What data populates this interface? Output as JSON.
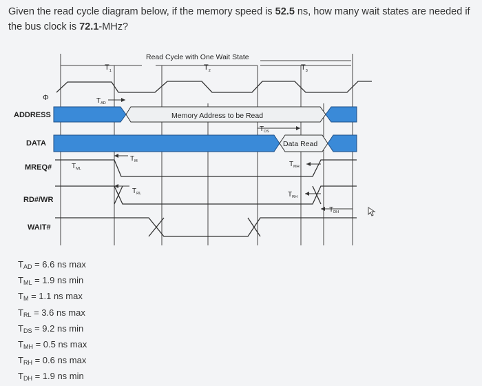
{
  "question": {
    "prefix": "Given the read cycle diagram below, if the memory speed is ",
    "memory_speed": "52.5",
    "middle": " ns, how many wait states are needed if the bus clock is ",
    "bus_clock": "72.1",
    "suffix": "-MHz?"
  },
  "diagram": {
    "title": "Read Cycle with One Wait State",
    "states": [
      {
        "sym": "T",
        "sub": "1"
      },
      {
        "sym": "T",
        "sub": "2"
      },
      {
        "sym": "T",
        "sub": "3"
      }
    ],
    "phi": "Φ",
    "signals": [
      "ADDRESS",
      "DATA",
      "MREQ#",
      "RD#/WR",
      "WAIT#"
    ],
    "address_label": "Memory Address to be Read",
    "data_label": "Data Read",
    "timing_marks": [
      {
        "sym": "T",
        "sub": "AD"
      },
      {
        "sym": "T",
        "sub": "DS"
      },
      {
        "sym": "T",
        "sub": "ML"
      },
      {
        "sym": "T",
        "sub": "M"
      },
      {
        "sym": "T",
        "sub": "MH"
      },
      {
        "sym": "T",
        "sub": "RL"
      },
      {
        "sym": "T",
        "sub": "RH"
      },
      {
        "sym": "T",
        "sub": "DH"
      }
    ],
    "colors": {
      "bus_fill": "#3a8ad8",
      "bus_stroke": "#1f4f86",
      "line": "#3a3a3a"
    }
  },
  "parameters": [
    {
      "sym": "T",
      "sub": "AD",
      "text": " = 6.6 ns max"
    },
    {
      "sym": "T",
      "sub": "ML",
      "text": " = 1.9 ns min"
    },
    {
      "sym": "T",
      "sub": "M",
      "text": " = 1.1 ns max"
    },
    {
      "sym": "T",
      "sub": "RL",
      "text": " = 3.6 ns max"
    },
    {
      "sym": "T",
      "sub": "DS",
      "text": " = 9.2 ns min"
    },
    {
      "sym": "T",
      "sub": "MH",
      "text": " = 0.5 ns max"
    },
    {
      "sym": "T",
      "sub": "RH",
      "text": " = 0.6 ns max"
    },
    {
      "sym": "T",
      "sub": "DH",
      "text": " = 1.9 ns min"
    }
  ]
}
